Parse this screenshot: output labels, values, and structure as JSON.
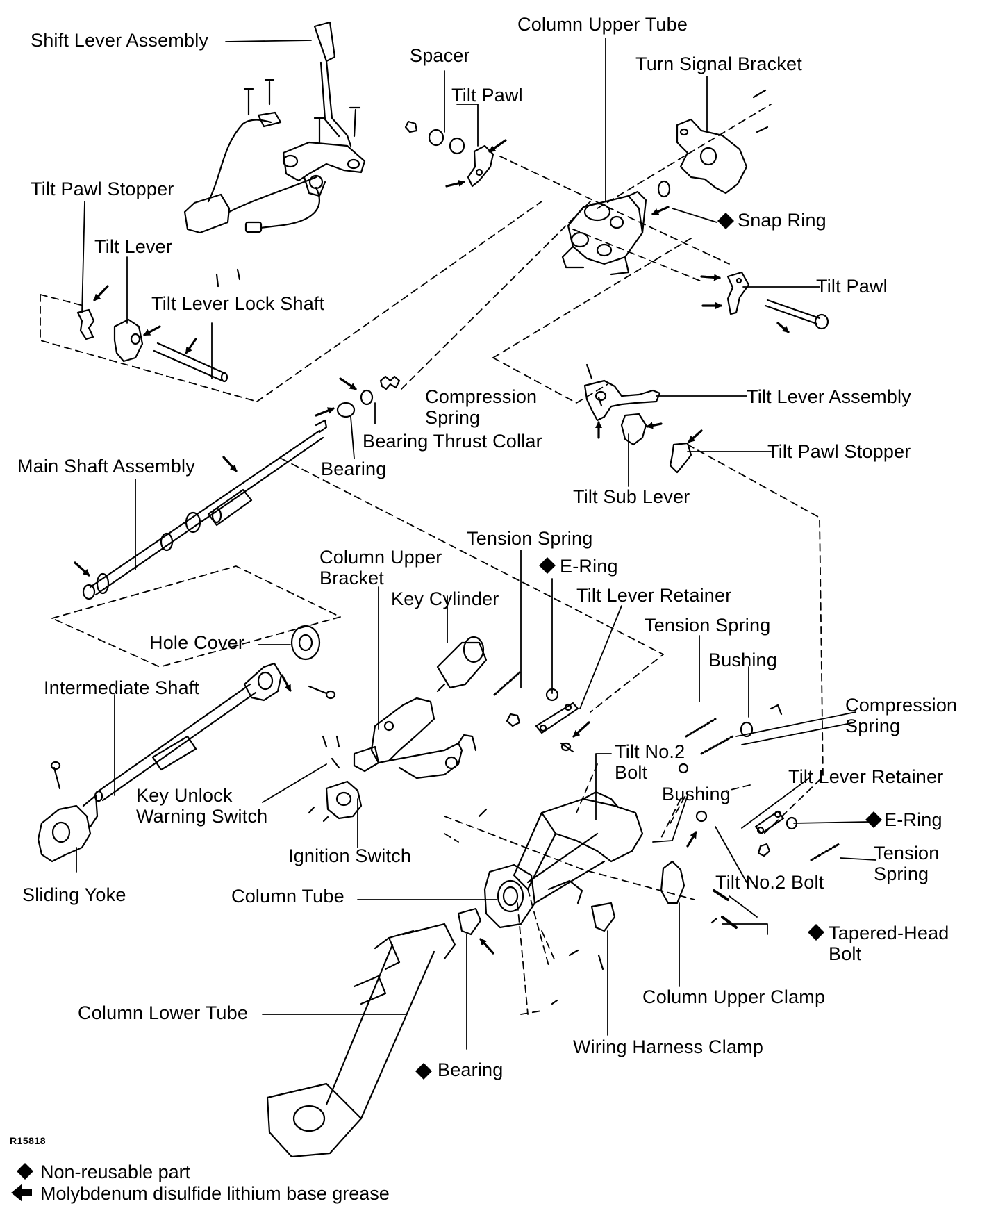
{
  "labels": {
    "shift_lever_assembly": "Shift Lever Assembly",
    "column_upper_tube": "Column Upper Tube",
    "spacer": "Spacer",
    "tilt_pawl_top": "Tilt Pawl",
    "turn_signal_bracket": "Turn Signal Bracket",
    "tilt_pawl_stopper_left": "Tilt Pawl Stopper",
    "snap_ring": "Snap Ring",
    "tilt_lever": "Tilt Lever",
    "tilt_pawl_right": "Tilt Pawl",
    "tilt_lever_lock_shaft": "Tilt Lever Lock Shaft",
    "compression_spring_top": "Compression\nSpring",
    "tilt_lever_assembly": "Tilt Lever Assembly",
    "bearing_thrust_collar": "Bearing Thrust Collar",
    "tilt_pawl_stopper_right": "Tilt Pawl Stopper",
    "main_shaft_assembly": "Main Shaft Assembly",
    "bearing_top": "Bearing",
    "tilt_sub_lever": "Tilt Sub Lever",
    "tension_spring_1": "Tension Spring",
    "column_upper_bracket": "Column Upper\nBracket",
    "e_ring_top": "E-Ring",
    "key_cylinder": "Key Cylinder",
    "tilt_lever_retainer_top": "Tilt Lever Retainer",
    "tension_spring_2": "Tension Spring",
    "hole_cover": "Hole Cover",
    "bushing_top": "Bushing",
    "intermediate_shaft": "Intermediate Shaft",
    "compression_spring_right": "Compression\nSpring",
    "tilt_no2_bolt_top": "Tilt No.2\nBolt",
    "tilt_lever_retainer_right": "Tilt Lever Retainer",
    "key_unlock_warning_switch": "Key Unlock\nWarning Switch",
    "bushing_mid": "Bushing",
    "e_ring_right": "E-Ring",
    "ignition_switch": "Ignition Switch",
    "tension_spring_right": "Tension\nSpring",
    "tilt_no2_bolt_bottom": "Tilt No.2 Bolt",
    "sliding_yoke": "Sliding Yoke",
    "column_tube": "Column Tube",
    "tapered_head_bolt": "Tapered-Head\nBolt",
    "column_upper_clamp": "Column Upper Clamp",
    "column_lower_tube": "Column Lower Tube",
    "wiring_harness_clamp": "Wiring Harness Clamp",
    "bearing_bottom": "Bearing"
  },
  "figure_code": "R15818",
  "legend": {
    "non_reusable": "Non-reusable part",
    "grease": "Molybdenum disulfide lithium base grease"
  },
  "colors": {
    "ink": "#000000",
    "paper": "#ffffff"
  }
}
